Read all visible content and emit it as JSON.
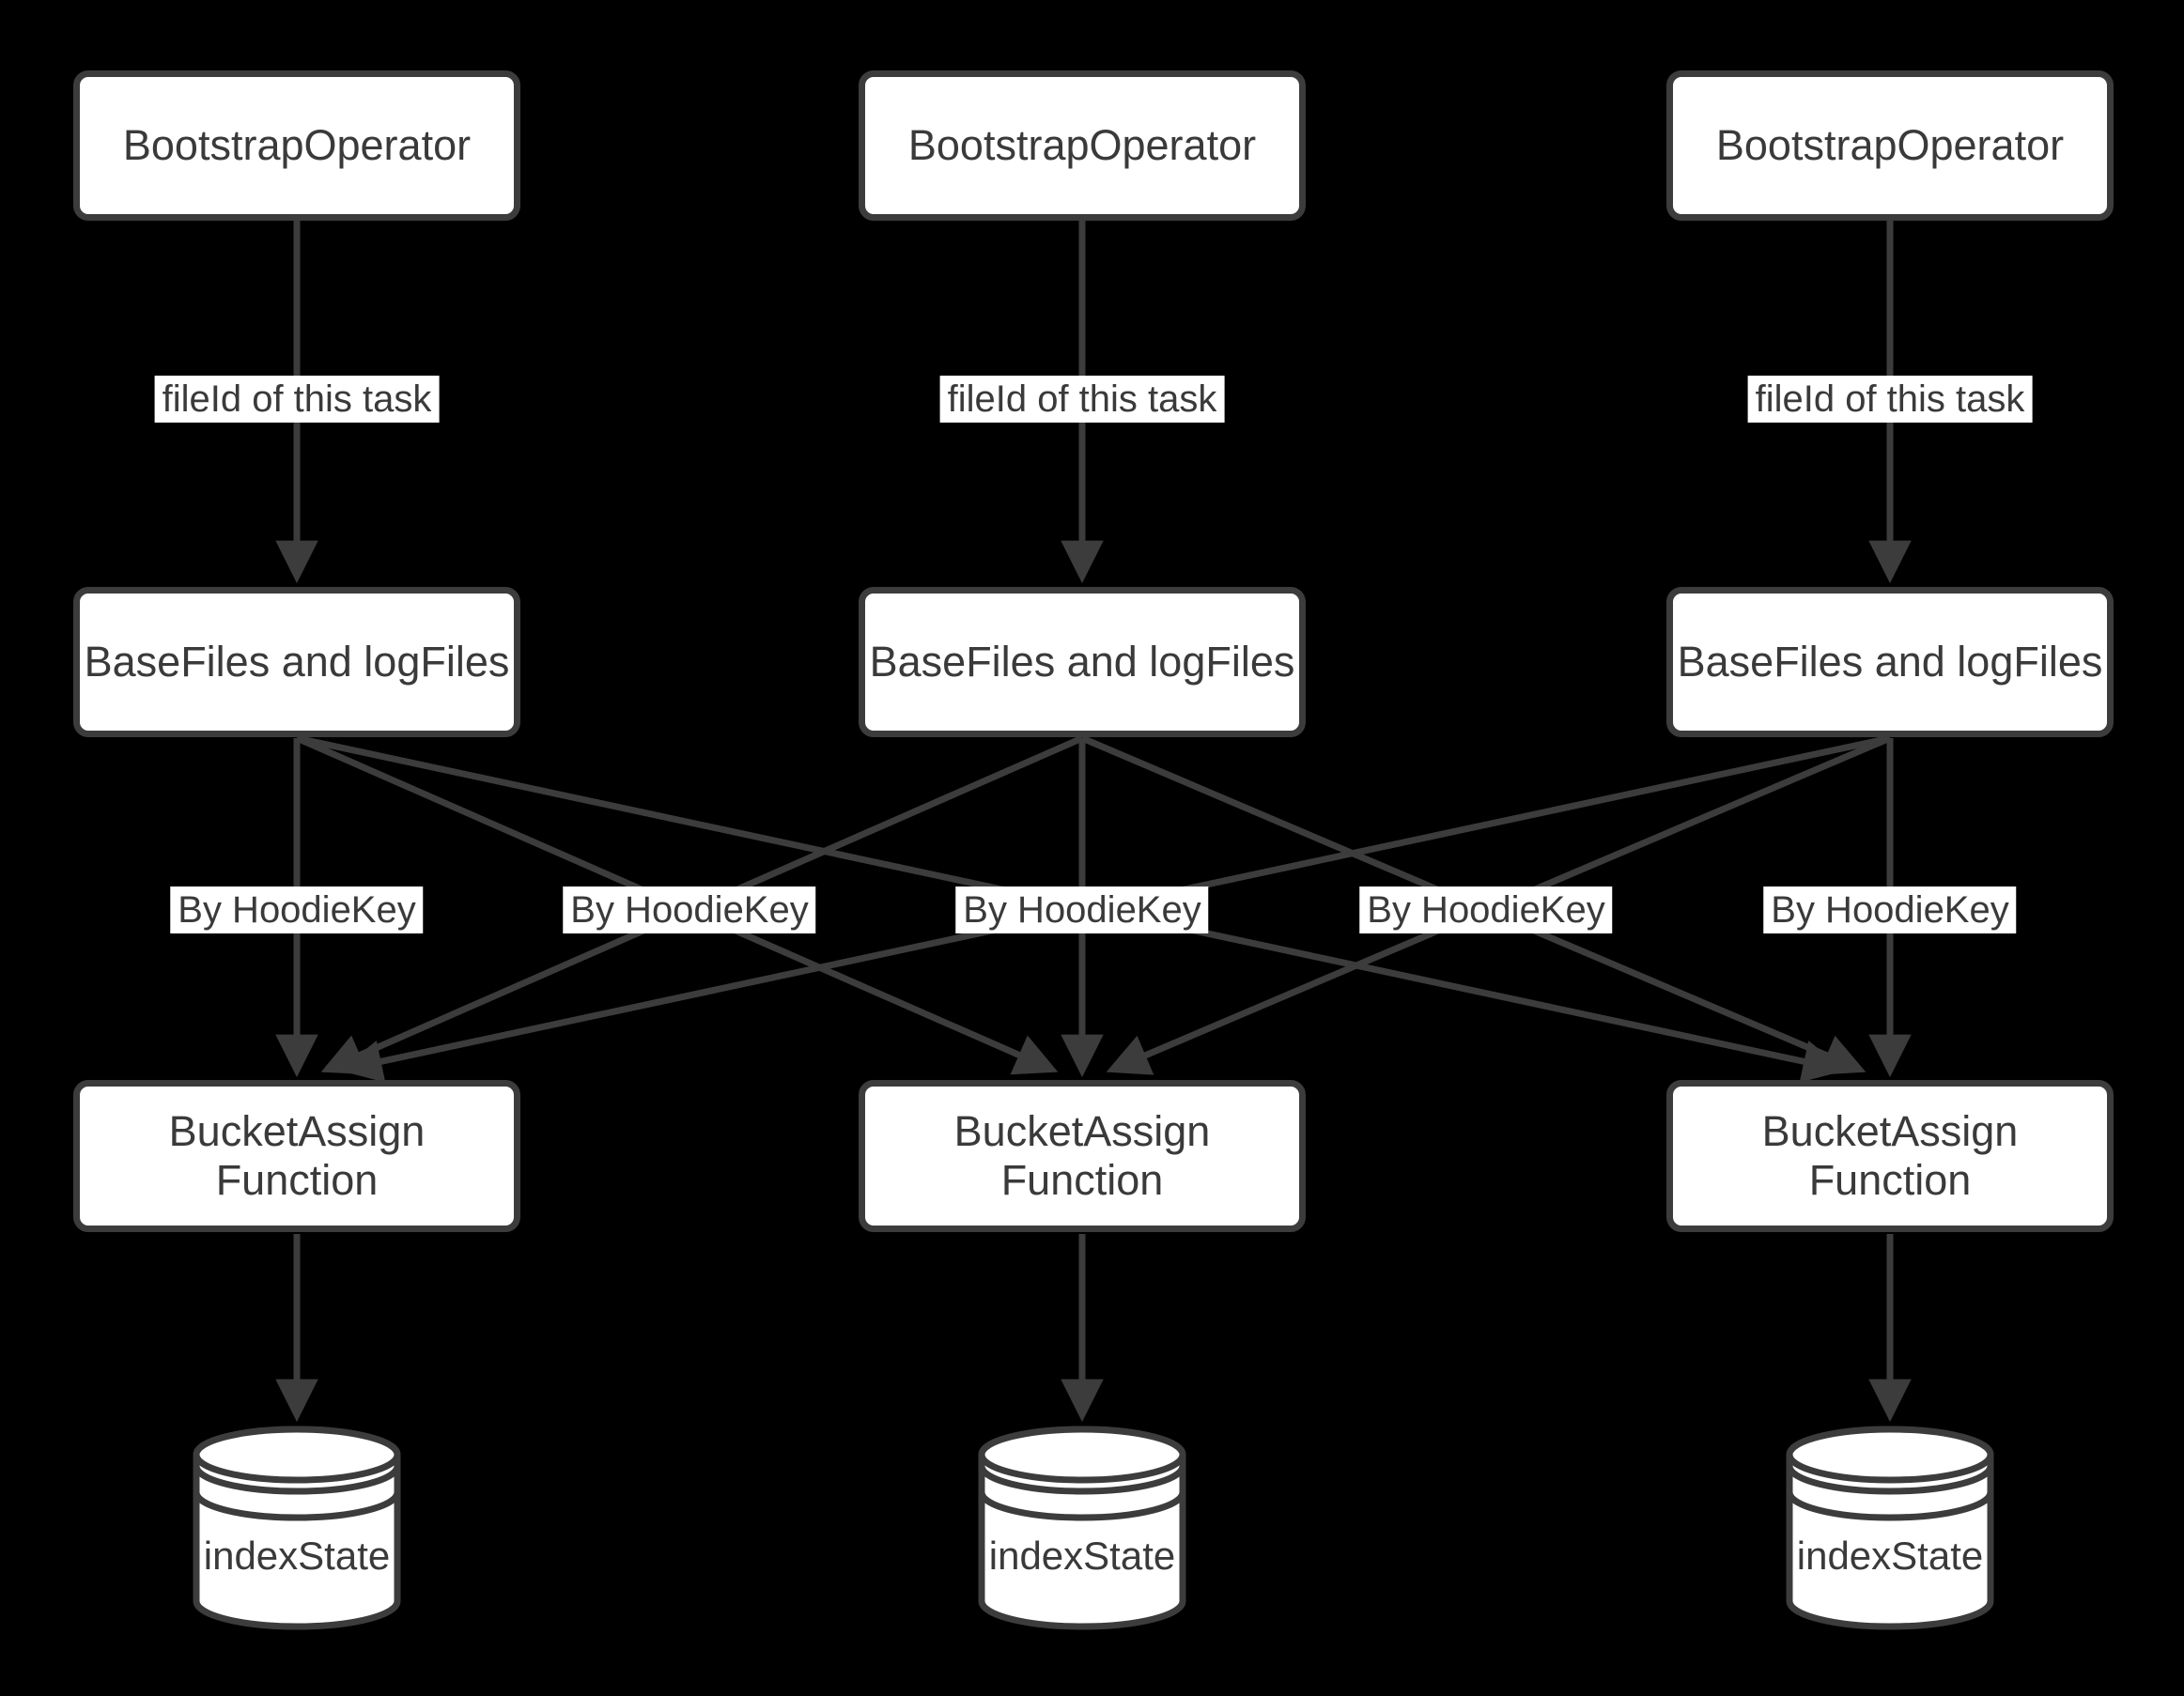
{
  "diagram": {
    "type": "flow-diagram",
    "background_color": "#000000",
    "node_fill_color": "#ffffff",
    "stroke_color": "#3c3c3c",
    "text_color": "#3a3a3a",
    "edge_label_background": "#ffffff",
    "columns": [
      {
        "operator_label": "BootstrapOperator",
        "task_edge_label": "fileId of this task",
        "files_label": "BaseFiles and logFiles",
        "bucket_label_line1": "BucketAssign",
        "bucket_label_line2": "Function",
        "store_label": "indexState"
      },
      {
        "operator_label": "BootstrapOperator",
        "task_edge_label": "fileId of this task",
        "files_label": "BaseFiles and logFiles",
        "bucket_label_line1": "BucketAssign",
        "bucket_label_line2": "Function",
        "store_label": "indexState"
      },
      {
        "operator_label": "BootstrapOperator",
        "task_edge_label": "fileId of this task",
        "files_label": "BaseFiles and logFiles",
        "bucket_label_line1": "BucketAssign",
        "bucket_label_line2": "Function",
        "store_label": "indexState"
      }
    ],
    "hoodie_edge_labels": [
      "By HoodieKey",
      "By HoodieKey",
      "By HoodieKey",
      "By HoodieKey",
      "By HoodieKey"
    ]
  }
}
